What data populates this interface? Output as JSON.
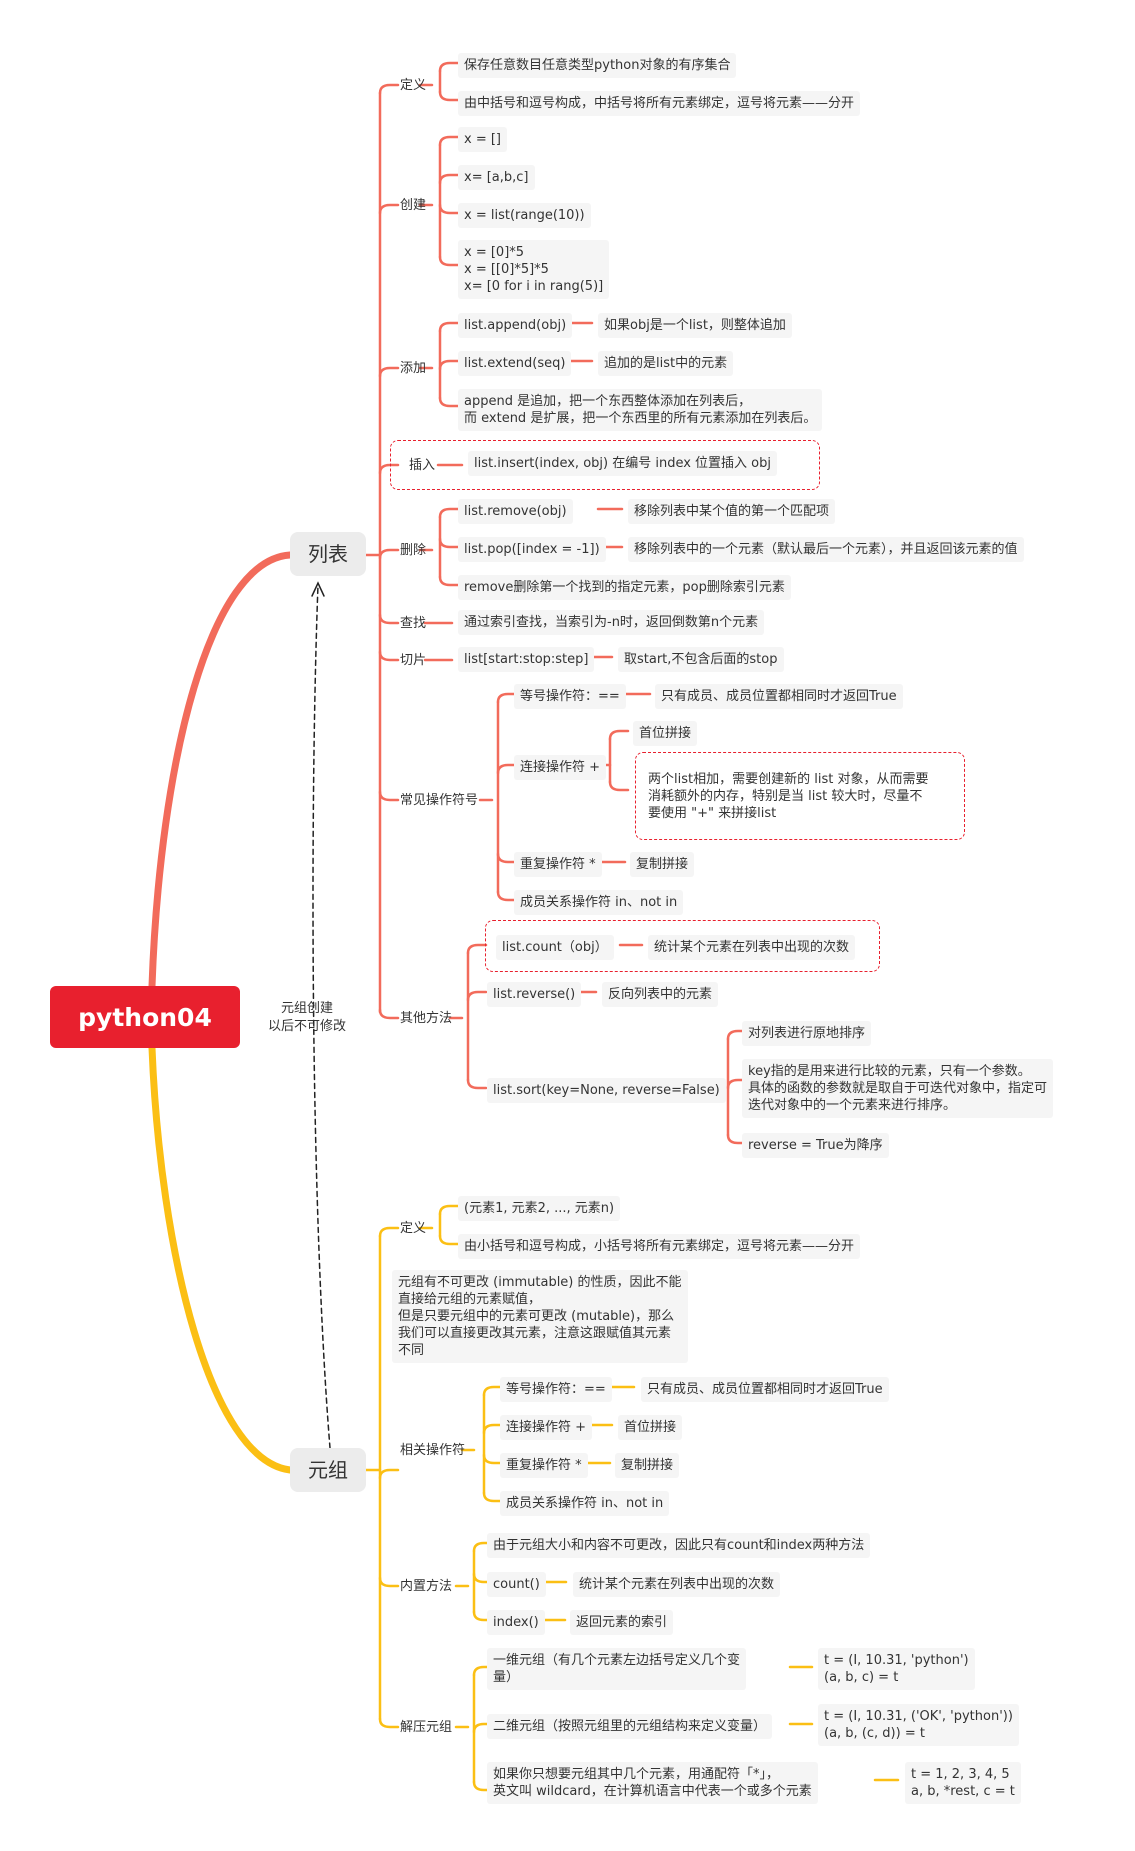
{
  "root": "python04",
  "relation_label": "元组创建\n以后不可修改",
  "list": {
    "title": "列表",
    "def": {
      "label": "定义",
      "items": [
        "保存任意数目任意类型python对象的有序集合",
        "由中括号和逗号构成，中括号将所有元素绑定，逗号将元素——分开"
      ]
    },
    "create": {
      "label": "创建",
      "items": [
        "x = []",
        "x= [a,b,c]",
        "x = list(range(10))",
        "x = [0]*5\nx = [[0]*5]*5\nx= [0 for i in rang(5)]"
      ]
    },
    "add": {
      "label": "添加",
      "append": "list.append(obj)",
      "append_note": "如果obj是一个list，则整体追加",
      "extend": "list.extend(seq)",
      "extend_note": "追加的是list中的元素",
      "note": "append 是追加，把一个东西整体添加在列表后，\n而 extend 是扩展，把一个东西里的所有元素添加在列表后。"
    },
    "insert": {
      "label": "插入",
      "item": "list.insert(index, obj) 在编号 index 位置插入 obj"
    },
    "delete": {
      "label": "删除",
      "remove": "list.remove(obj)",
      "remove_note": "移除列表中某个值的第一个匹配项",
      "pop": "list.pop([index = -1])",
      "pop_note": "移除列表中的一个元素（默认最后一个元素），并且返回该元素的值",
      "note": "remove删除第一个找到的指定元素，pop删除索引元素"
    },
    "find": {
      "label": "查找",
      "item": "通过索引查找，当索引为-n时，返回倒数第n个元素"
    },
    "slice": {
      "label": "切片",
      "item": "list[start:stop:step]",
      "note": "取start,不包含后面的stop"
    },
    "ops": {
      "label": "常见操作符号",
      "eq": "等号操作符：==",
      "eq_note": "只有成员、成员位置都相同时才返回True",
      "concat": "连接操作符 +",
      "concat_note1": "首位拼接",
      "concat_note2": "两个list相加，需要创建新的 list 对象，从而需要\n消耗额外的内存，特别是当 list 较大时，尽量不\n要使用 \"+\" 来拼接list",
      "repeat": "重复操作符 *",
      "repeat_note": "复制拼接",
      "member": "成员关系操作符 in、not in"
    },
    "other": {
      "label": "其他方法",
      "count": "list.count（obj）",
      "count_note": "统计某个元素在列表中出现的次数",
      "reverse": "list.reverse()",
      "reverse_note": "反向列表中的元素",
      "sort": "list.sort(key=None, reverse=False)",
      "sort_n1": "对列表进行原地排序",
      "sort_n2": "key指的是用来进行比较的元素，只有一个参数。\n具体的函数的参数就是取自于可迭代对象中，指定可\n迭代对象中的一个元素来进行排序。",
      "sort_n3": "reverse = True为降序"
    }
  },
  "tuple": {
    "title": "元组",
    "def": {
      "label": "定义",
      "items": [
        "(元素1, 元素2, ..., 元素n)",
        "由小括号和逗号构成，小括号将所有元素绑定，逗号将元素——分开"
      ]
    },
    "immutable": "元组有不可更改 (immutable) 的性质，因此不能\n直接给元组的元素赋值，\n但是只要元组中的元素可更改 (mutable)，那么\n我们可以直接更改其元素，注意这跟赋值其元素\n不同",
    "ops": {
      "label": "相关操作符",
      "eq": "等号操作符：==",
      "eq_note": "只有成员、成员位置都相同时才返回True",
      "concat": "连接操作符 +",
      "concat_note": "首位拼接",
      "repeat": "重复操作符 *",
      "repeat_note": "复制拼接",
      "member": "成员关系操作符 in、not in"
    },
    "methods": {
      "label": "内置方法",
      "note": "由于元组大小和内容不可更改，因此只有count和index两种方法",
      "count": "count()",
      "count_note": "统计某个元素在列表中出现的次数",
      "index": "index()",
      "index_note": "返回元素的索引"
    },
    "unpack": {
      "label": "解压元组",
      "one": "一维元组（有几个元素左边括号定义几个变\n量）",
      "one_code": "t = (I, 10.31, 'python')\n(a, b, c) = t",
      "two": "二维元组（按照元组里的元组结构来定义变量）",
      "two_code": "t = (I, 10.31, ('OK', 'python'))\n(a, b, (c, d)) = t",
      "wild": "如果你只想要元组其中几个元素，用通配符「*」，\n英文叫 wildcard，在计算机语言中代表一个或多个元素",
      "wild_code": "t = 1, 2, 3, 4, 5\na, b, *rest, c = t"
    }
  },
  "colors": {
    "list_branch": "#f26b5b",
    "tuple_branch": "#fbbf14",
    "root": "#e8202e",
    "highlight": "#e8202e"
  }
}
